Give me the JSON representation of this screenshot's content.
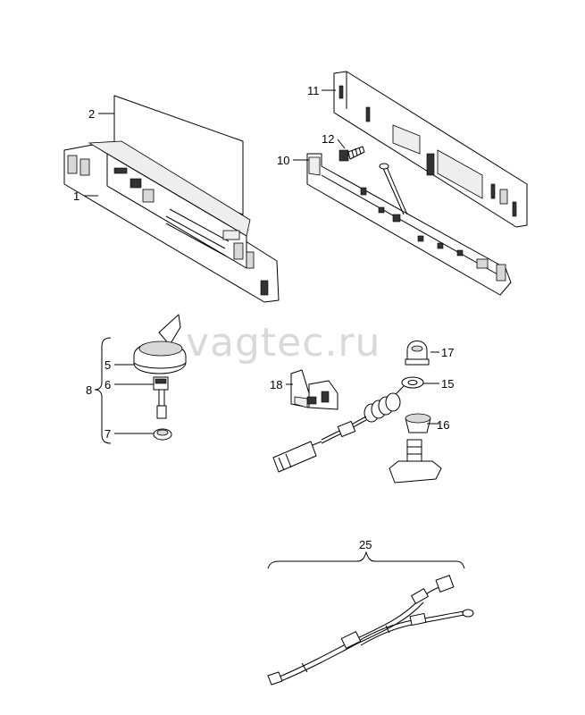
{
  "watermark": "vagtec.ru",
  "callouts": {
    "c1": "1",
    "c2": "2",
    "c5": "5",
    "c6": "6",
    "c7": "7",
    "c8": "8",
    "c10": "10",
    "c11": "11",
    "c12": "12",
    "c15": "15",
    "c16": "16",
    "c17": "17",
    "c18": "18",
    "c25": "25"
  },
  "colors": {
    "line": "#000000",
    "shade": "#d8d8d8",
    "watermark": "#d9d9d9"
  }
}
